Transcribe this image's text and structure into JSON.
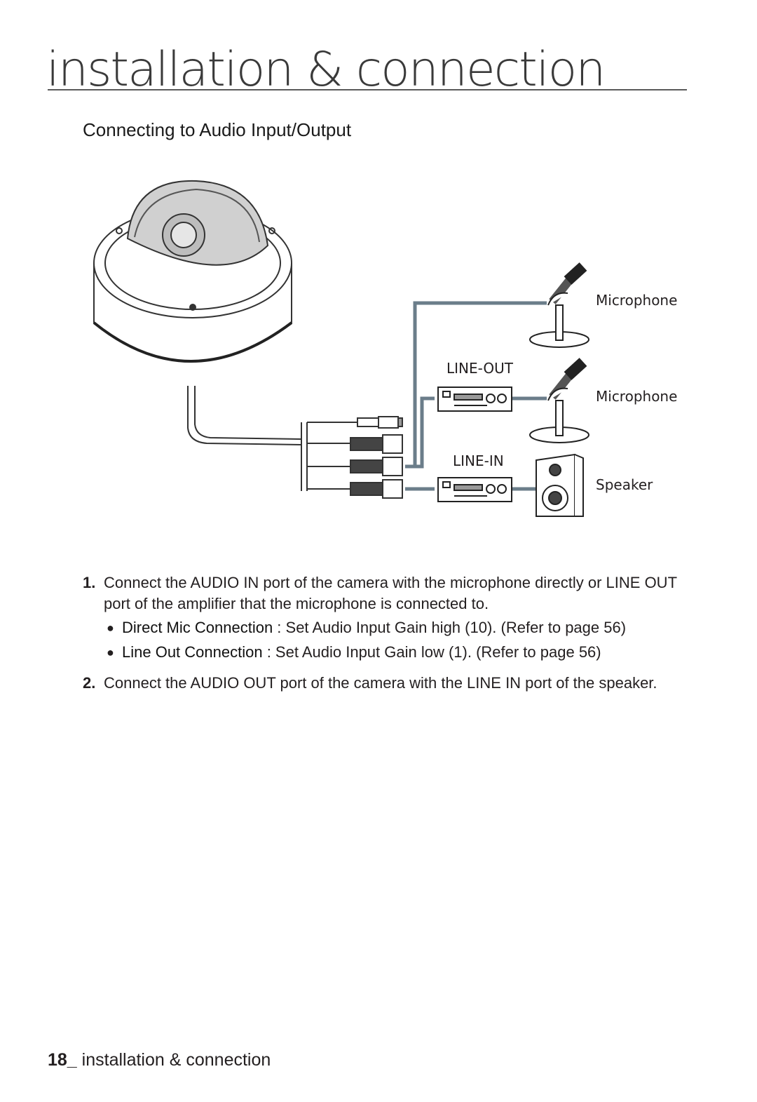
{
  "header": {
    "chapter_title": "installation & connection"
  },
  "section": {
    "title": "Connecting to Audio Input/Output"
  },
  "diagram": {
    "labels": {
      "microphone_top": "Microphone",
      "line_out": "LINE-OUT",
      "microphone_mid": "Microphone",
      "line_in": "LINE-IN",
      "speaker": "Speaker"
    }
  },
  "instructions": {
    "step1": {
      "num": "1.",
      "text": "Connect the AUDIO IN port of the camera with the microphone directly or LINE OUT port of the amplifier that the microphone is connected to.",
      "bullets": [
        {
          "bold": "Direct Mic Connection",
          "text": " : Set Audio Input Gain high (10). (Refer to page 56)"
        },
        {
          "bold": "Line Out Connection",
          "text": " : Set Audio Input Gain low (1). (Refer to page 56)"
        }
      ]
    },
    "step2": {
      "num": "2.",
      "text": "Connect the AUDIO OUT port of the camera with the LINE IN port of the speaker."
    }
  },
  "footer": {
    "page_number": "18_",
    "text": " installation & connection"
  }
}
